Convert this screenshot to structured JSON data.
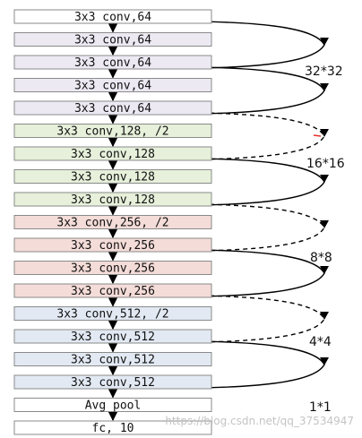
{
  "layers": [
    {
      "label": "3x3 conv,64",
      "fill": "#ffffff"
    },
    {
      "label": "3x3 conv,64",
      "fill": "#ece9f3"
    },
    {
      "label": "3x3 conv,64",
      "fill": "#ece9f3"
    },
    {
      "label": "3x3 conv,64",
      "fill": "#ece9f3"
    },
    {
      "label": "3x3 conv,64",
      "fill": "#ece9f3"
    },
    {
      "label": "3x3 conv,128, /2",
      "fill": "#e6f0da"
    },
    {
      "label": "3x3 conv,128",
      "fill": "#e6f0da"
    },
    {
      "label": "3x3 conv,128",
      "fill": "#e6f0da"
    },
    {
      "label": "3x3 conv,128",
      "fill": "#e6f0da"
    },
    {
      "label": "3x3 conv,256, /2",
      "fill": "#f4dcd8"
    },
    {
      "label": "3x3 conv,256",
      "fill": "#f4dcd8"
    },
    {
      "label": "3x3 conv,256",
      "fill": "#f4dcd8"
    },
    {
      "label": "3x3 conv,256",
      "fill": "#f4dcd8"
    },
    {
      "label": "3x3 conv,512, /2",
      "fill": "#e2e9f3"
    },
    {
      "label": "3x3 conv,512",
      "fill": "#e2e9f3"
    },
    {
      "label": "3x3 conv,512",
      "fill": "#e2e9f3"
    },
    {
      "label": "3x3 conv,512",
      "fill": "#e2e9f3"
    },
    {
      "label": "Avg pool",
      "fill": "#ffffff"
    },
    {
      "label": "fc, 10",
      "fill": "#ffffff"
    }
  ],
  "shortcuts": [
    {
      "from": 0,
      "to": 2,
      "style": "solid"
    },
    {
      "from": 2,
      "to": 4,
      "style": "solid"
    },
    {
      "from": 4,
      "to": 6,
      "style": "dashed"
    },
    {
      "from": 6,
      "to": 8,
      "style": "solid"
    },
    {
      "from": 8,
      "to": 10,
      "style": "dashed"
    },
    {
      "from": 10,
      "to": 12,
      "style": "solid"
    },
    {
      "from": 12,
      "to": 14,
      "style": "dashed"
    },
    {
      "from": 14,
      "to": 16,
      "style": "solid"
    }
  ],
  "stage_labels": [
    {
      "text": "32*32",
      "after_layer": 2
    },
    {
      "text": "16*16",
      "after_layer": 6
    },
    {
      "text": "8*8",
      "after_layer": 10
    },
    {
      "text": "4*4",
      "after_layer": 14
    },
    {
      "text": "1*1",
      "after_layer": 17
    }
  ],
  "watermark": "https://blog.csdn.net/qq_37534947",
  "colors": {
    "arrow": "#000000",
    "accent_red": "#e0302a"
  }
}
